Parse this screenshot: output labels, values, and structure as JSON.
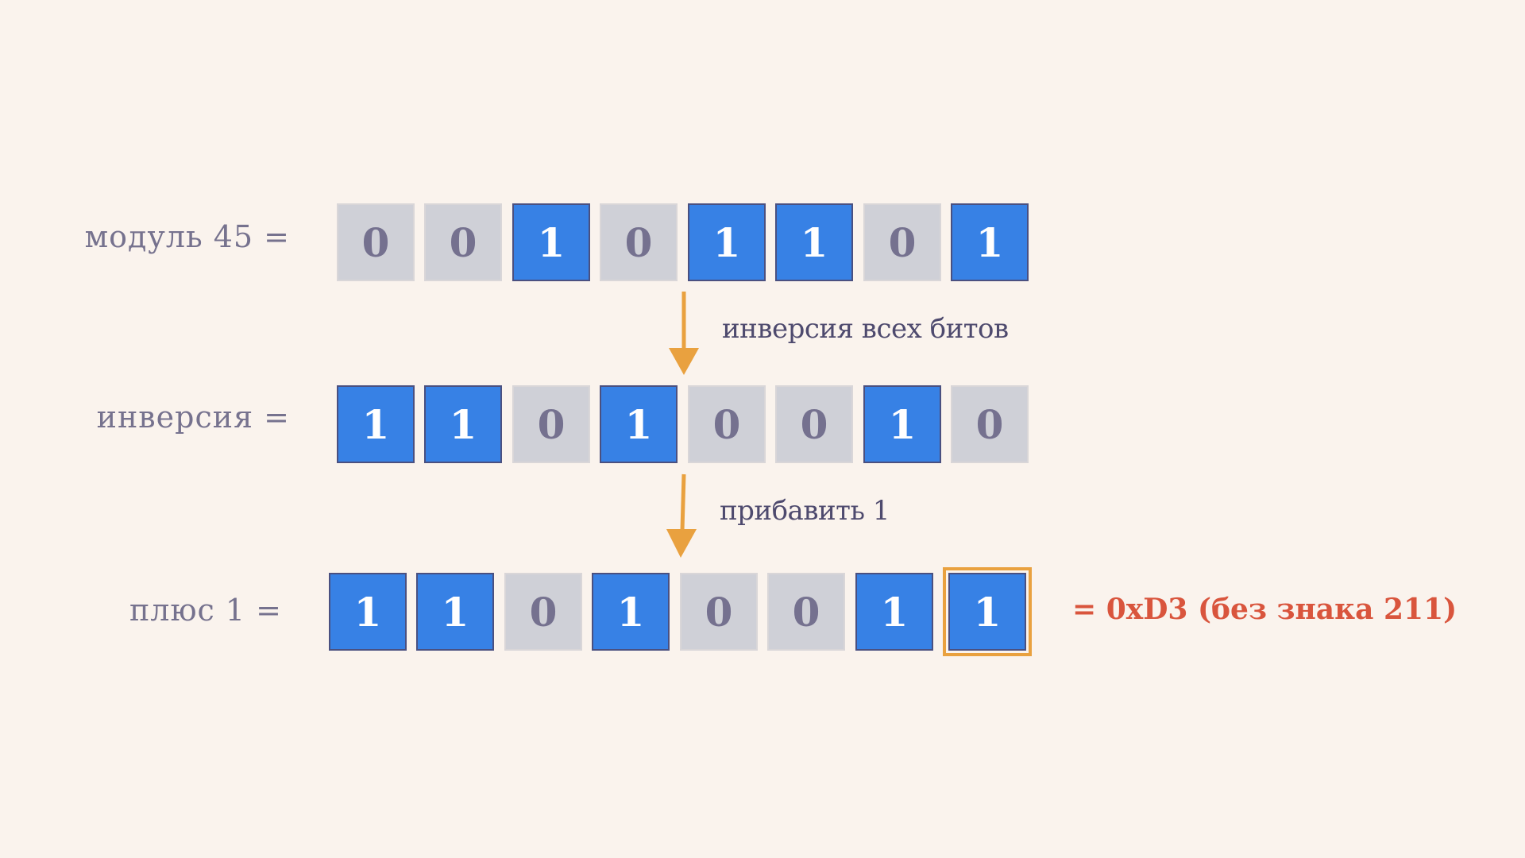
{
  "colors": {
    "background": "#faf3ed",
    "bit_on": "#3781e5",
    "bit_off": "#cfd0d7",
    "arrow": "#e9a13f",
    "result": "#d9553d",
    "label": "#76728e"
  },
  "rows": [
    {
      "label": "модуль 45 =",
      "bits": [
        "0",
        "0",
        "1",
        "0",
        "1",
        "1",
        "0",
        "1"
      ]
    },
    {
      "label": "инверсия =",
      "bits": [
        "1",
        "1",
        "0",
        "1",
        "0",
        "0",
        "1",
        "0"
      ]
    },
    {
      "label": "плюс 1 =",
      "bits": [
        "1",
        "1",
        "0",
        "1",
        "0",
        "0",
        "1",
        "1"
      ]
    }
  ],
  "steps": [
    {
      "label": "инверсия всех битов"
    },
    {
      "label": "прибавить 1"
    }
  ],
  "result": {
    "text": "= 0xD3  (без знака 211)"
  },
  "highlighted_bit": {
    "row": 3,
    "index": 8
  }
}
